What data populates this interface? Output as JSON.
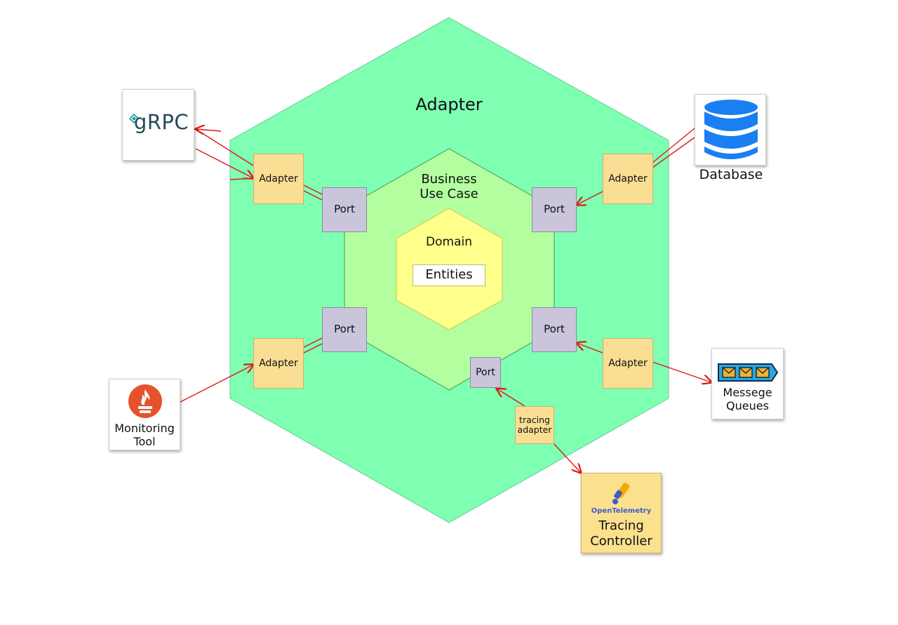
{
  "layers": {
    "outer_title": "Adapter",
    "business_title_line1": "Business",
    "business_title_line2": "Use Case",
    "domain_title": "Domain",
    "entities_label": "Entities"
  },
  "adapters": {
    "top_left": "Adapter",
    "top_right": "Adapter",
    "bottom_left": "Adapter",
    "bottom_right": "Adapter",
    "tracing_line1": "tracing",
    "tracing_line2": "adapter"
  },
  "ports": {
    "top_left": "Port",
    "top_right": "Port",
    "bottom_left": "Port",
    "bottom_right": "Port",
    "tracing": "Port"
  },
  "externals": {
    "grpc_logo": "gRPC",
    "database": "Database",
    "queues_line1": "Messege",
    "queues_line2": "Queues",
    "monitoring_line1": "Monitoring",
    "monitoring_line2": "Tool",
    "otel_logo": "OpenTelemetry",
    "tracing_line1": "Tracing",
    "tracing_line2": "Controller"
  },
  "colors": {
    "outer_hex": "#7fffb2",
    "business_hex": "#b3ffa0",
    "domain_hex": "#ffff8c",
    "adapter_box": "#f9de93",
    "port_box": "#cbc5dc",
    "arrow": "#e01818",
    "database_blue": "#1a7ff2",
    "prometheus_orange": "#e6522c",
    "grpc_teal": "#244c5a",
    "tracing_box": "#fbe08e"
  }
}
